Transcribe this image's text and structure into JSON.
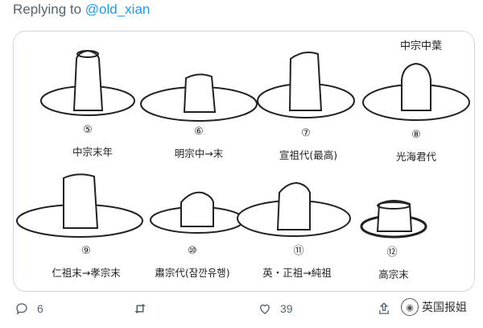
{
  "reply": {
    "prefix": "Replying to ",
    "handle": "@old_xian"
  },
  "illustration": {
    "corner_label": "中宗中葉",
    "hats": [
      {
        "num": "⑤",
        "caption": "中宗末年"
      },
      {
        "num": "⑥",
        "caption": "明宗中→末"
      },
      {
        "num": "⑦",
        "caption": "宣祖代(最高)"
      },
      {
        "num": "⑧",
        "caption": "光海君代"
      },
      {
        "num": "⑨",
        "caption": "仁祖末→孝宗末"
      },
      {
        "num": "⑩",
        "caption": "肅宗代(잠깐유행)"
      },
      {
        "num": "⑪",
        "caption": "英・正祖→純祖"
      },
      {
        "num": "⑫",
        "caption": "高宗末"
      }
    ]
  },
  "actions": {
    "replies": "6",
    "retweets": "",
    "likes": "39"
  },
  "watermark": {
    "text": "英国报姐"
  },
  "colors": {
    "link": "#1d9bf0",
    "muted": "#536471",
    "border": "#cfd9de",
    "ink": "#222222"
  }
}
